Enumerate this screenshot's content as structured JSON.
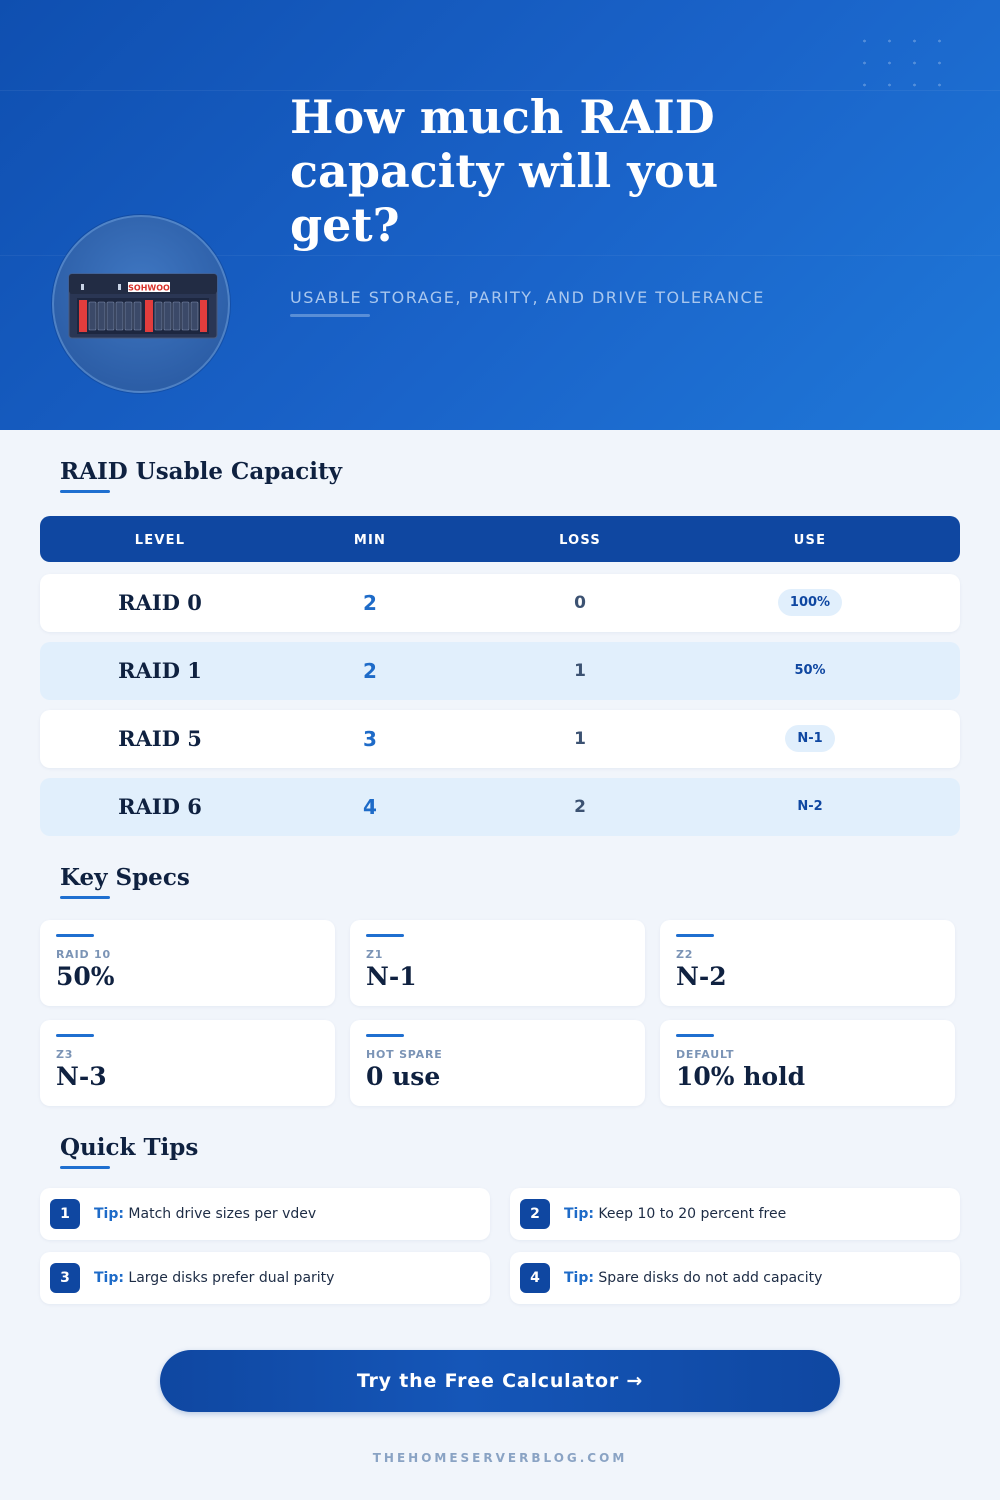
{
  "hero": {
    "title": "How much RAID capacity will you get?",
    "subtitle": "USABLE STORAGE, PARITY, AND DRIVE TOLERANCE",
    "server_brand": "SOHWOO"
  },
  "capacity": {
    "heading": "RAID Usable Capacity",
    "columns": [
      "LEVEL",
      "MIN",
      "LOSS",
      "USE"
    ],
    "rows": [
      {
        "level": "RAID 0",
        "min": "2",
        "loss": "0",
        "use": "100%"
      },
      {
        "level": "RAID 1",
        "min": "2",
        "loss": "1",
        "use": "50%"
      },
      {
        "level": "RAID 5",
        "min": "3",
        "loss": "1",
        "use": "N-1"
      },
      {
        "level": "RAID 6",
        "min": "4",
        "loss": "2",
        "use": "N-2"
      }
    ]
  },
  "specs": {
    "heading": "Key Specs",
    "cards": [
      {
        "label": "RAID 10",
        "value": "50%"
      },
      {
        "label": "Z1",
        "value": "N-1"
      },
      {
        "label": "Z2",
        "value": "N-2"
      },
      {
        "label": "Z3",
        "value": "N-3"
      },
      {
        "label": "HOT SPARE",
        "value": "0 use"
      },
      {
        "label": "DEFAULT",
        "value": "10% hold"
      }
    ]
  },
  "tips": {
    "heading": "Quick Tips",
    "prefix": "Tip:",
    "items": [
      {
        "num": "1",
        "text": "Match drive sizes per vdev"
      },
      {
        "num": "2",
        "text": "Keep 10 to 20 percent free"
      },
      {
        "num": "3",
        "text": "Large disks prefer dual parity"
      },
      {
        "num": "4",
        "text": "Spare disks do not add capacity"
      }
    ]
  },
  "cta": {
    "label": "Try the Free Calculator →"
  },
  "footer": {
    "site": "THEHOMESERVERBLOG.COM"
  },
  "colors": {
    "primary": "#0f47a1",
    "accent": "#1f6fd0",
    "hero_start": "#0f4fb0",
    "hero_end": "#1f78d8"
  }
}
